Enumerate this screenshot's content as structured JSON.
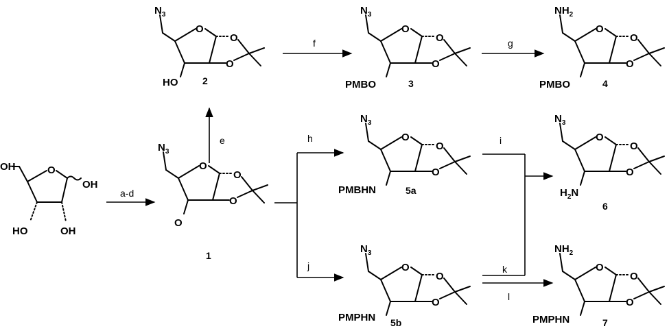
{
  "compounds": [
    {
      "id": "start",
      "label": "",
      "atoms": {
        "o1": "OH",
        "o2": "OH",
        "o3": "HO",
        "o4": "OH",
        "ring_o": "O"
      }
    },
    {
      "id": "c1",
      "label": "1",
      "atoms": {
        "top": "N3",
        "ring_o": "O",
        "o_a": "O",
        "o_b": "O",
        "c3": "O"
      }
    },
    {
      "id": "c2",
      "label": "2",
      "atoms": {
        "top": "N3",
        "ring_o": "O",
        "o_a": "O",
        "o_b": "O",
        "c3": "HO"
      }
    },
    {
      "id": "c3",
      "label": "3",
      "atoms": {
        "top": "N3",
        "ring_o": "O",
        "o_a": "O",
        "o_b": "O",
        "c3": "PMBO"
      }
    },
    {
      "id": "c4",
      "label": "4",
      "atoms": {
        "top": "NH2",
        "ring_o": "O",
        "o_a": "O",
        "o_b": "O",
        "c3": "PMBO"
      }
    },
    {
      "id": "c5a",
      "label": "5a",
      "atoms": {
        "top": "N3",
        "ring_o": "O",
        "o_a": "O",
        "o_b": "O",
        "c3": "PMBHN"
      }
    },
    {
      "id": "c6",
      "label": "6",
      "atoms": {
        "top": "N3",
        "ring_o": "O",
        "o_a": "O",
        "o_b": "O",
        "c3": "H2N"
      }
    },
    {
      "id": "c5b",
      "label": "5b",
      "atoms": {
        "top": "N3",
        "ring_o": "O",
        "o_a": "O",
        "o_b": "O",
        "c3": "PMPHN"
      }
    },
    {
      "id": "c7",
      "label": "7",
      "atoms": {
        "top": "NH2",
        "ring_o": "O",
        "o_a": "O",
        "o_b": "O",
        "c3": "PMPHN"
      }
    }
  ],
  "reagents": {
    "ad": "a-d",
    "e": "e",
    "f": "f",
    "g": "g",
    "h": "h",
    "i": "i",
    "j": "j",
    "k": "k",
    "l": "l"
  }
}
